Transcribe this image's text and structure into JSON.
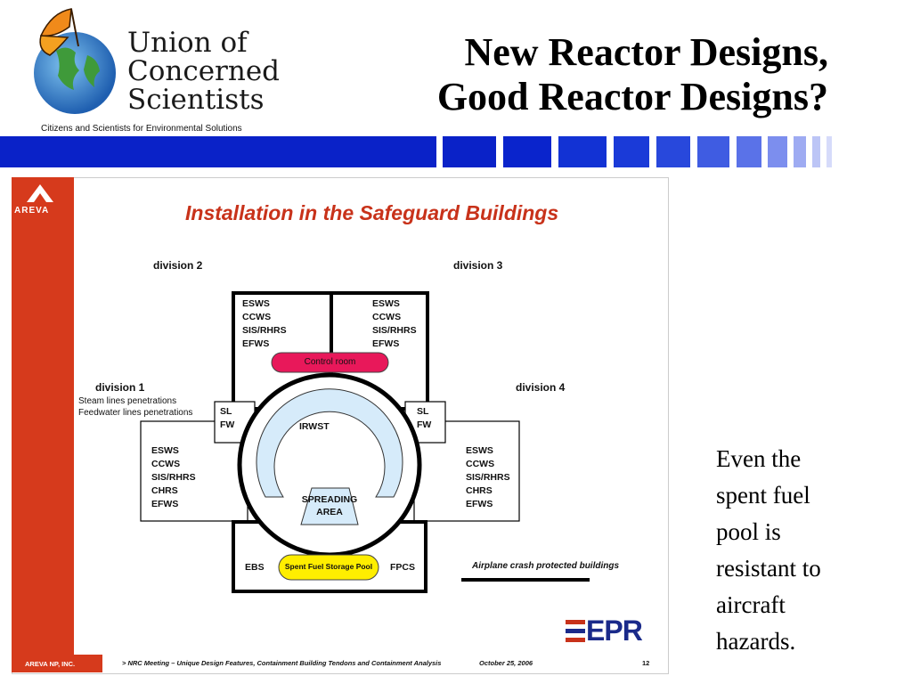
{
  "header": {
    "org_name_line1": "Union of",
    "org_name_line2": "Concerned",
    "org_name_line3": "Scientists",
    "tagline": "Citizens and Scientists for Environmental Solutions",
    "title_line1": "New Reactor Designs,",
    "title_line2": "Good Reactor Designs?"
  },
  "slide": {
    "logo_text": "AREVA",
    "title": "Installation in the Safeguard Buildings",
    "division2": "division 2",
    "division3": "division 3",
    "division1": "division 1",
    "division4": "division 4",
    "steam": "Steam lines penetrations",
    "feedwater": "Feedwater lines penetrations",
    "div2_systems": [
      "ESWS",
      "CCWS",
      "SIS/RHRS",
      "EFWS"
    ],
    "div3_systems": [
      "ESWS",
      "CCWS",
      "SIS/RHRS",
      "EFWS"
    ],
    "div1_systems": [
      "ESWS",
      "CCWS",
      "SIS/RHRS",
      "CHRS",
      "EFWS"
    ],
    "div4_systems": [
      "ESWS",
      "CCWS",
      "SIS/RHRS",
      "CHRS",
      "EFWS"
    ],
    "control_room": "Control room",
    "sl": "SL",
    "fw": "FW",
    "irwst": "IRWST",
    "spreading1": "SPREADING",
    "spreading2": "AREA",
    "ebs": "EBS",
    "fpcs": "FPCS",
    "spent_fuel": "Spent Fuel Storage Pool",
    "legend": "Airplane crash protected buildings",
    "epr": "EPR",
    "footer_company": "AREVA NP, INC.",
    "footer_meeting": "> NRC Meeting – Unique Design Features, Containment Building Tendons and Containment Analysis",
    "footer_date": "October 25, 2006",
    "page_number": "12"
  },
  "side_text": [
    "Even the",
    "spent fuel",
    "pool is",
    "resistant to",
    "aircraft",
    "hazards."
  ],
  "colors": {
    "band_blue": "#0a22c8",
    "areva_red": "#d63a1c",
    "control_room": "#e8185a",
    "spent_fuel": "#ffee00",
    "irwst": "#d6ebfa"
  }
}
